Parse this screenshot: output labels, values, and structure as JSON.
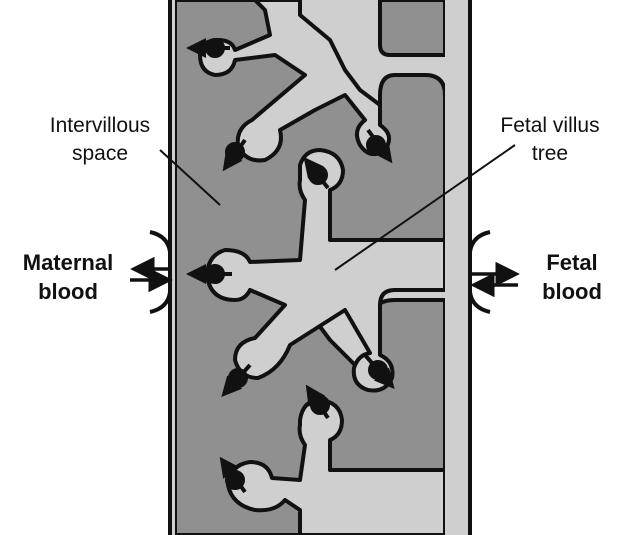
{
  "labels": {
    "intervillous_line1": "Intervillous",
    "intervillous_line2": "space",
    "fetal_villus_line1": "Fetal villus",
    "fetal_villus_line2": "tree",
    "maternal_line1": "Maternal",
    "maternal_line2": "blood",
    "fetal_blood_line1": "Fetal",
    "fetal_blood_line2": "blood"
  },
  "colors": {
    "intervillous_space": "#909090",
    "villus_tissue": "#cfcfcf",
    "outline": "#111111",
    "background": "#ffffff"
  },
  "icons": {
    "exchange_dot": "filled-circle-with-arrow",
    "flow_arrows": "double-arrow"
  }
}
